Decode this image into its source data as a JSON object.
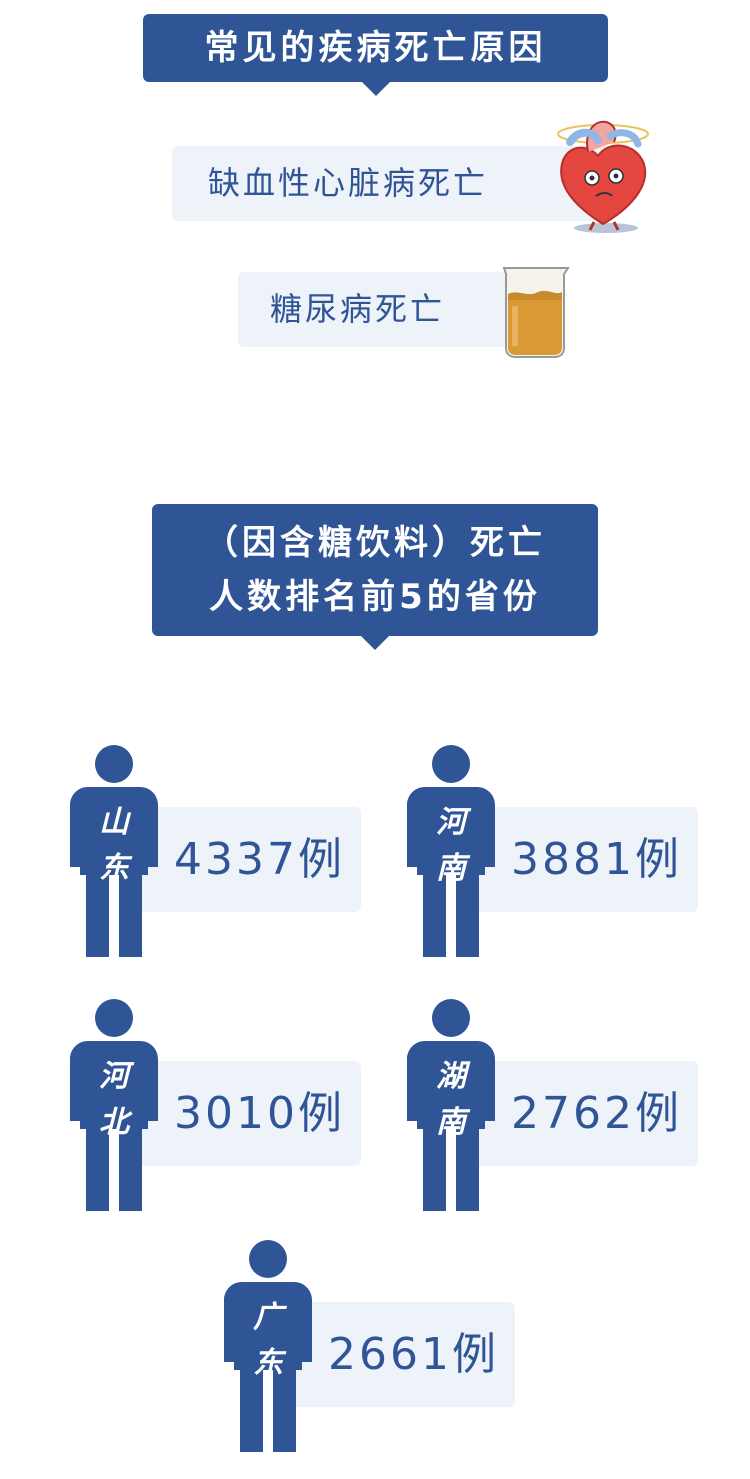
{
  "section1": {
    "title": "常见的疾病死亡原因",
    "causes": [
      {
        "label": "缺血性心脏病死亡",
        "icon": "heart-icon"
      },
      {
        "label": "糖尿病死亡",
        "icon": "beaker-icon"
      }
    ]
  },
  "section2": {
    "title_line1": "（因含糖饮料）死亡",
    "title_line2": "人数排名前5的省份",
    "provinces": [
      {
        "name_line1": "山",
        "name_line2": "东",
        "count": "4337例"
      },
      {
        "name_line1": "河",
        "name_line2": "南",
        "count": "3881例"
      },
      {
        "name_line1": "河",
        "name_line2": "北",
        "count": "3010例"
      },
      {
        "name_line1": "湖",
        "name_line2": "南",
        "count": "2762例"
      },
      {
        "name_line1": "广",
        "name_line2": "东",
        "count": "2661例"
      }
    ]
  },
  "colors": {
    "primary": "#2f5597",
    "panel": "#eef2f9"
  }
}
